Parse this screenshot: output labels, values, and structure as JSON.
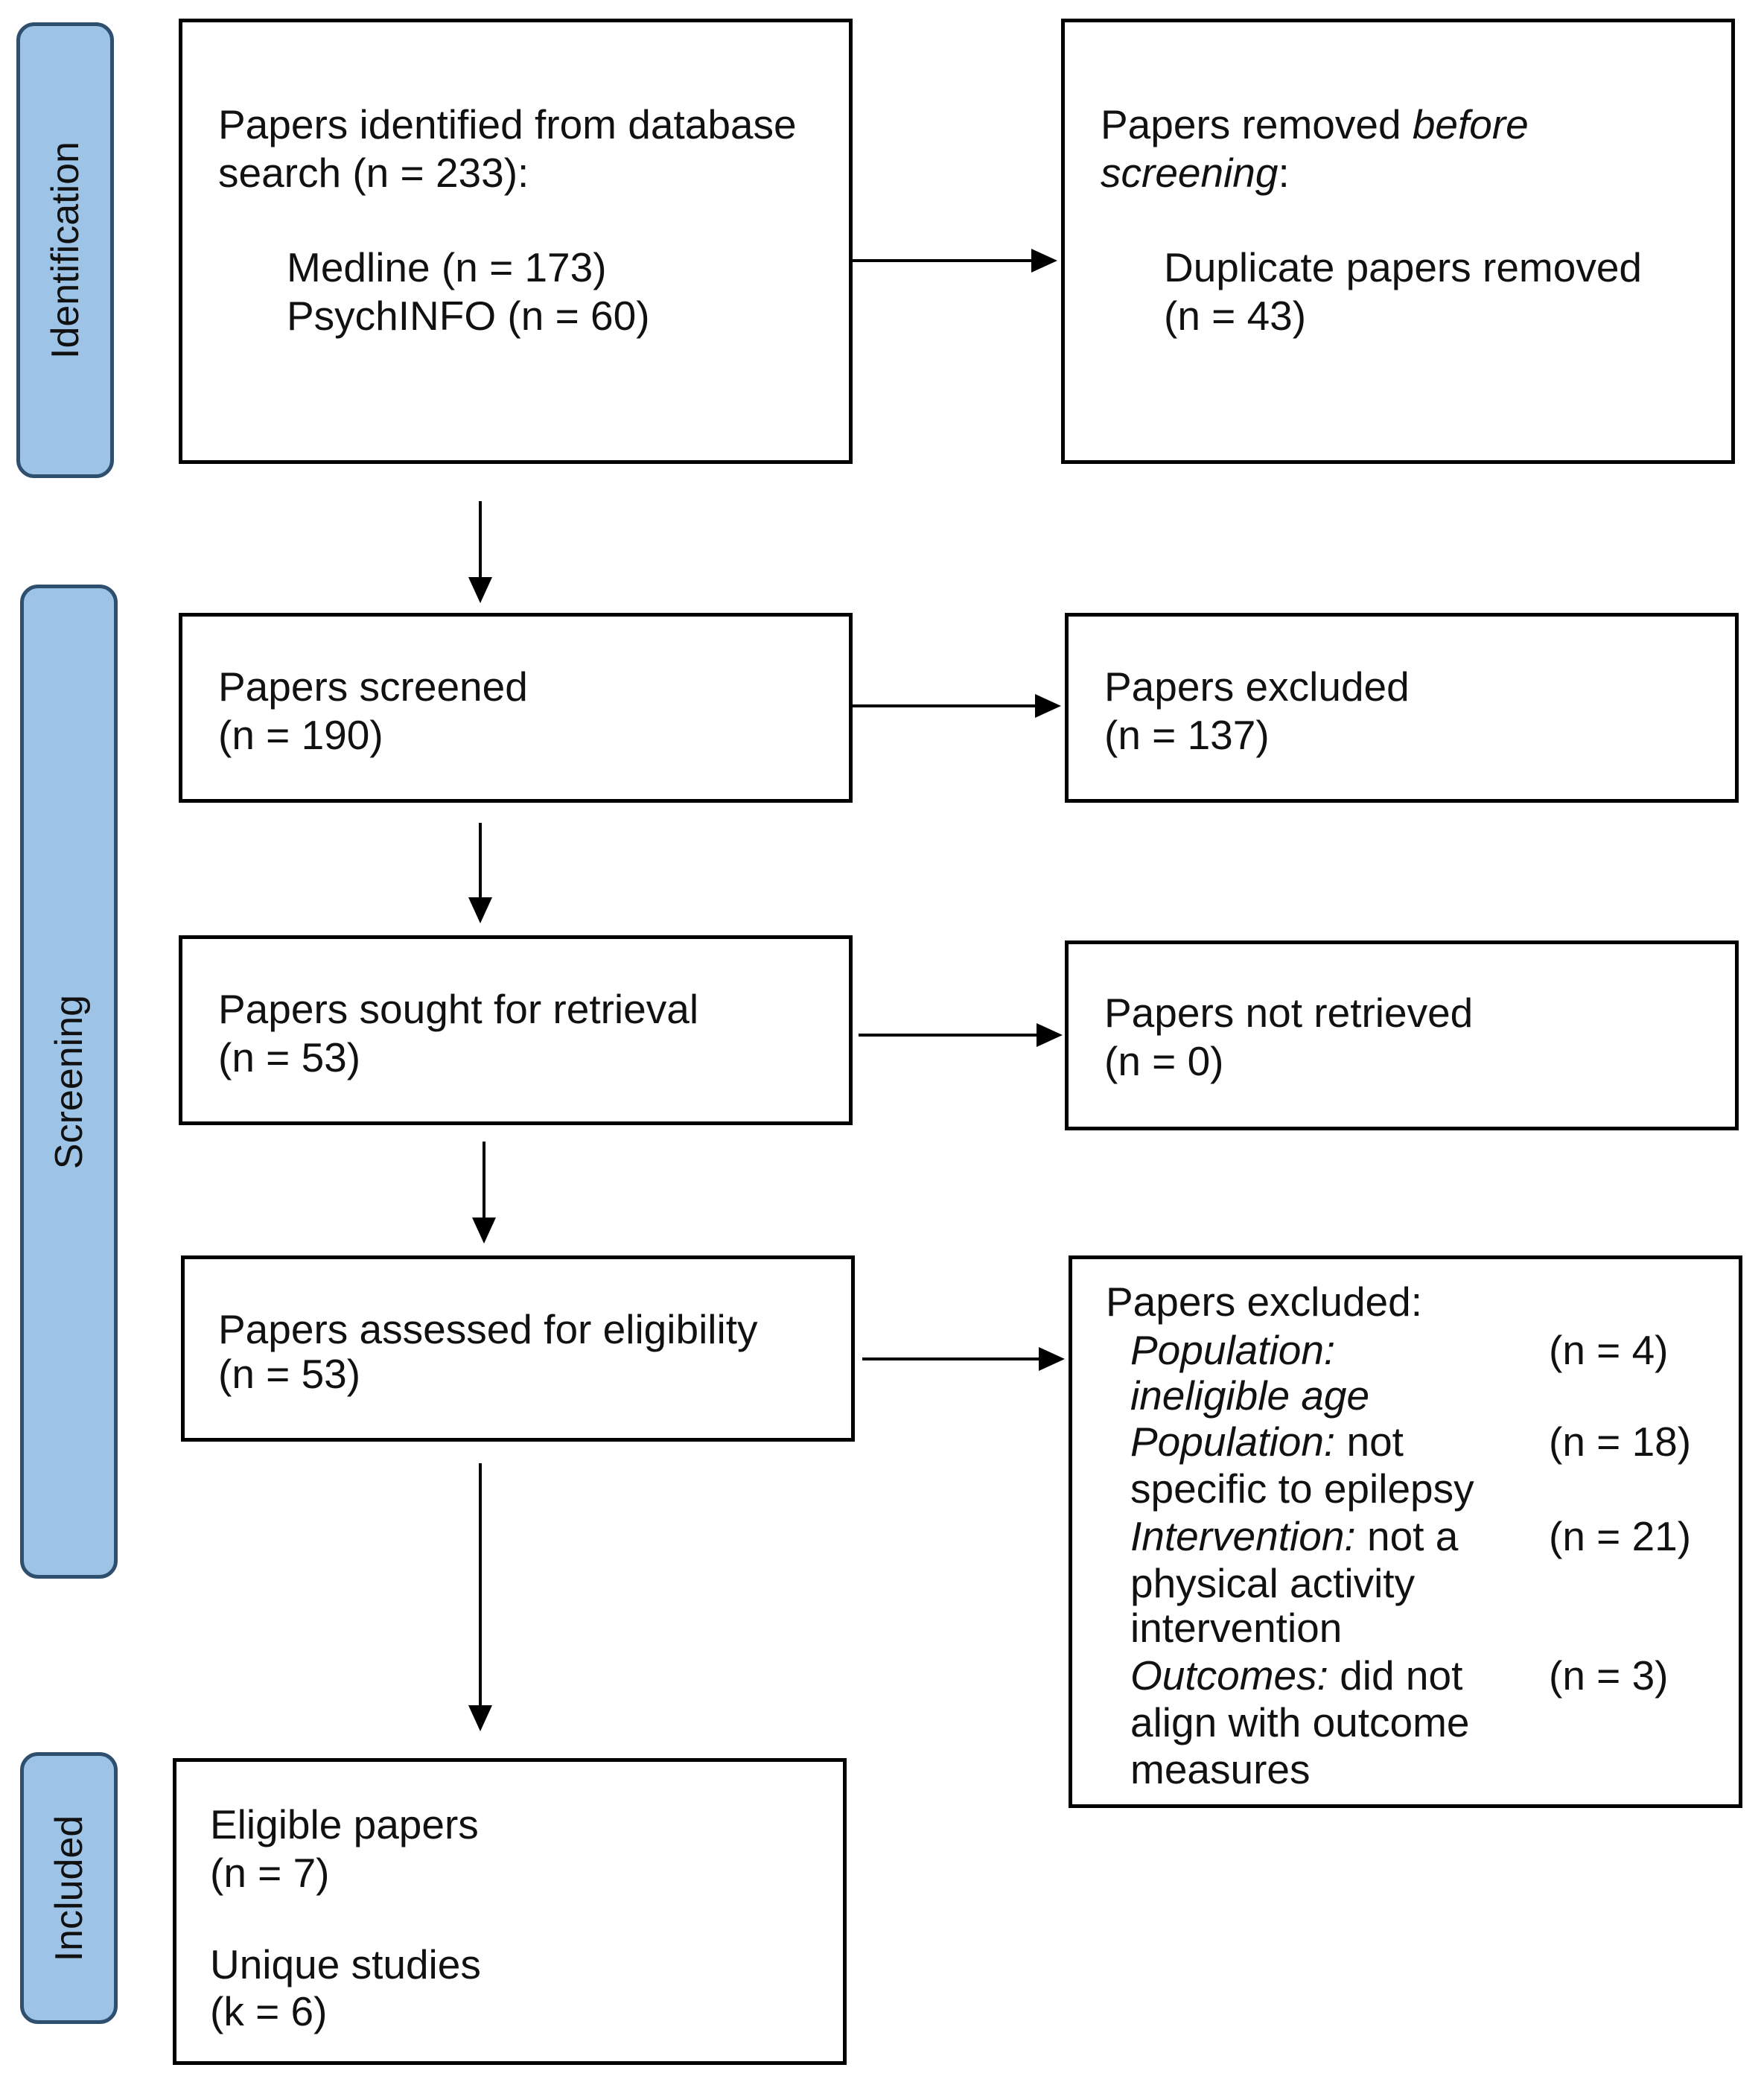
{
  "phases": {
    "identification": "Identification",
    "screening": "Screening",
    "included": "Included"
  },
  "identified": {
    "line1": "Papers identified from database",
    "line2": "search (n = 233):",
    "medline": "Medline (n = 173)",
    "psychinfo": "PsychINFO (n = 60)"
  },
  "removed": {
    "line1_a": "Papers removed ",
    "line1_b": "before",
    "line2_a": "screening",
    "line2_b": ":",
    "dup1": "Duplicate papers removed",
    "dup2": "(n = 43)"
  },
  "screened": {
    "line1": "Papers screened",
    "line2": "(n = 190)"
  },
  "excluded1": {
    "line1": "Papers excluded",
    "line2": "(n = 137)"
  },
  "sought": {
    "line1": "Papers sought for retrieval",
    "line2": "(n = 53)"
  },
  "not_retrieved": {
    "line1": "Papers not retrieved",
    "line2": "(n = 0)"
  },
  "assessed": {
    "line1": "Papers assessed for eligibility",
    "line2": "(n = 53)"
  },
  "excluded2": {
    "title": "Papers excluded:",
    "reasons": [
      {
        "label_italic": "Population:",
        "label_rest": "",
        "line2_italic": "ineligible age",
        "line2_rest": "",
        "line3": "",
        "count": "(n = 4)"
      },
      {
        "label_italic": "Population:",
        "label_rest": " not",
        "line2_italic": "",
        "line2_rest": "specific to epilepsy",
        "line3": "",
        "count": "(n = 18)"
      },
      {
        "label_italic": "Intervention:",
        "label_rest": " not a",
        "line2_italic": "",
        "line2_rest": "physical activity",
        "line3": "intervention",
        "count": "(n = 21)"
      },
      {
        "label_italic": "Outcomes:",
        "label_rest": " did not",
        "line2_italic": "",
        "line2_rest": "align with outcome",
        "line3": "measures",
        "count": "(n = 3)"
      }
    ]
  },
  "eligible": {
    "line1": "Eligible papers",
    "line2": "(n = 7)",
    "line3": "Unique studies",
    "line4": "(k = 6)"
  }
}
